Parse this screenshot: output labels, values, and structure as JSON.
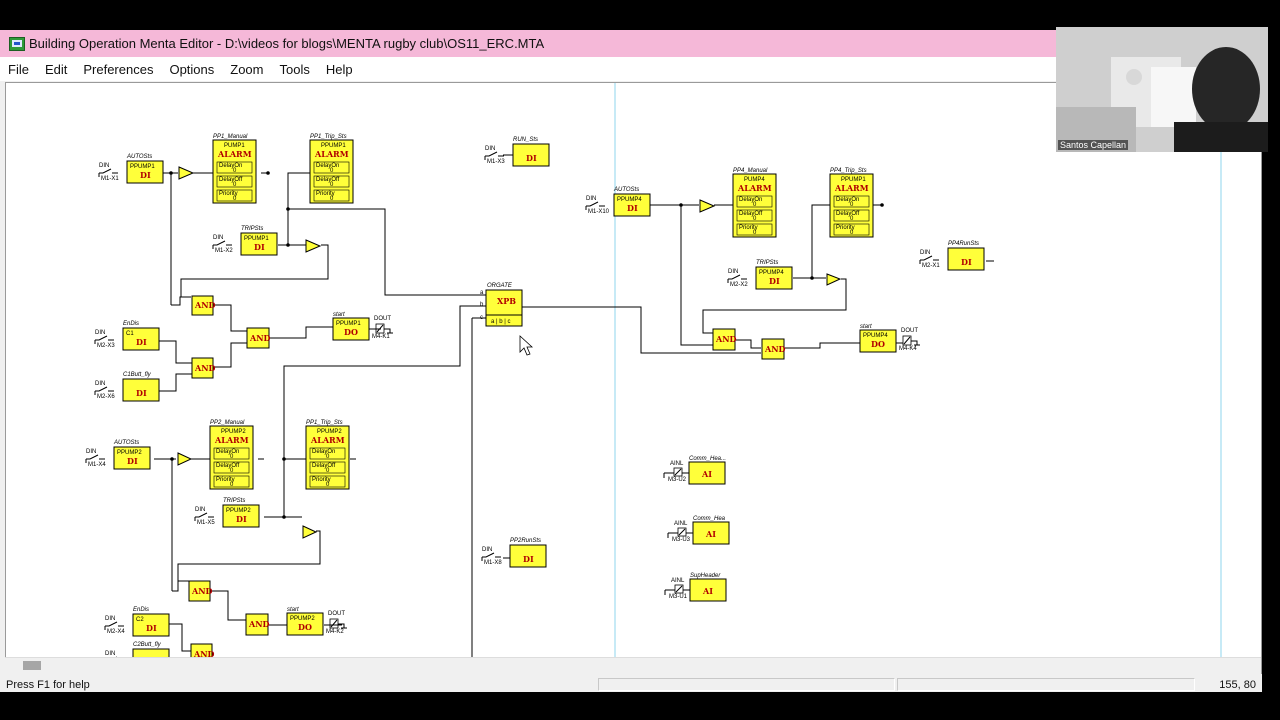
{
  "window": {
    "title": "Building Operation Menta Editor - D:\\videos for blogs\\MENTA rugby club\\OS11_ERC.MTA"
  },
  "menu": [
    "File",
    "Edit",
    "Preferences",
    "Options",
    "Zoom",
    "Tools",
    "Help"
  ],
  "status": {
    "text": "Press F1 for help",
    "coords": "155, 80"
  },
  "webcam": {
    "name": "Santos Capellan"
  },
  "diagram": {
    "din": "DIN",
    "dout": "DOUT",
    "ainl": "AINL",
    "di": "DI",
    "do": "DO",
    "ai": "AI",
    "and": "AND",
    "alarm": "ALARM",
    "delay_on": "DelayOn",
    "delay_off": "DelayOff",
    "priority": "Priority",
    "zero": "0",
    "xpb": "XPB",
    "abc": "a | b | c",
    "inputs": [
      {
        "label": "AUTOSts",
        "name": "PPUMP1",
        "io": "M1-X1"
      },
      {
        "label": "TRIPSts",
        "name": "PPUMP1",
        "io": "M1-X2"
      },
      {
        "label": "EnDis",
        "name": "C1",
        "io": "M2-X3"
      },
      {
        "label": "C1Butt_fly",
        "name": "",
        "io": "M2-X6"
      },
      {
        "label": "AUTOSts",
        "name": "PPUMP2",
        "io": "M1-X4"
      },
      {
        "label": "TRIPSts",
        "name": "PPUMP2",
        "io": "M1-X5"
      },
      {
        "label": "EnDis",
        "name": "C2",
        "io": "M2-X4"
      },
      {
        "label": "C2Butt_fly",
        "name": "",
        "io": ""
      },
      {
        "label": "RUN_Sts",
        "name": "",
        "io": "M1-X3"
      },
      {
        "label": "PP2RunSts",
        "name": "",
        "io": "M1-X8"
      },
      {
        "label": "AUTOSts",
        "name": "PPUMP4",
        "io": "M1-X10"
      },
      {
        "label": "TRIPSts",
        "name": "PPUMP4",
        "io": "M2-X2"
      },
      {
        "label": "PP4RunSts",
        "name": "",
        "io": "M2-X1"
      }
    ],
    "alarms": [
      {
        "label": "PP1_Manual",
        "name": "PUMP1"
      },
      {
        "label": "PP1_Trip_Sts",
        "name": "PPUMP1"
      },
      {
        "label": "PP2_Manual",
        "name": "PPUMP2"
      },
      {
        "label": "PP1_Trip_Sts",
        "name": "PPUMP2"
      },
      {
        "label": "PP4_Manual",
        "name": "PUMP4"
      },
      {
        "label": "PP4_Trip_Sts",
        "name": "PPUMP1"
      }
    ],
    "outputs": [
      {
        "label": "start",
        "name": "PPUMP1",
        "io": "M4-K1"
      },
      {
        "label": "start",
        "name": "PPUMP2",
        "io": "M4-K2"
      },
      {
        "label": "start",
        "name": "PPUMP4",
        "io": "M4-K4"
      }
    ],
    "analogs": [
      {
        "label": "Comm_Hea...",
        "io": "M3-U2"
      },
      {
        "label": "Comm_Hea",
        "io": "M3-U3"
      },
      {
        "label": "SupHeader",
        "io": "M3-U1"
      }
    ],
    "orgate": {
      "label": "ORGATE",
      "ports": [
        "a",
        "b",
        "c"
      ]
    }
  }
}
